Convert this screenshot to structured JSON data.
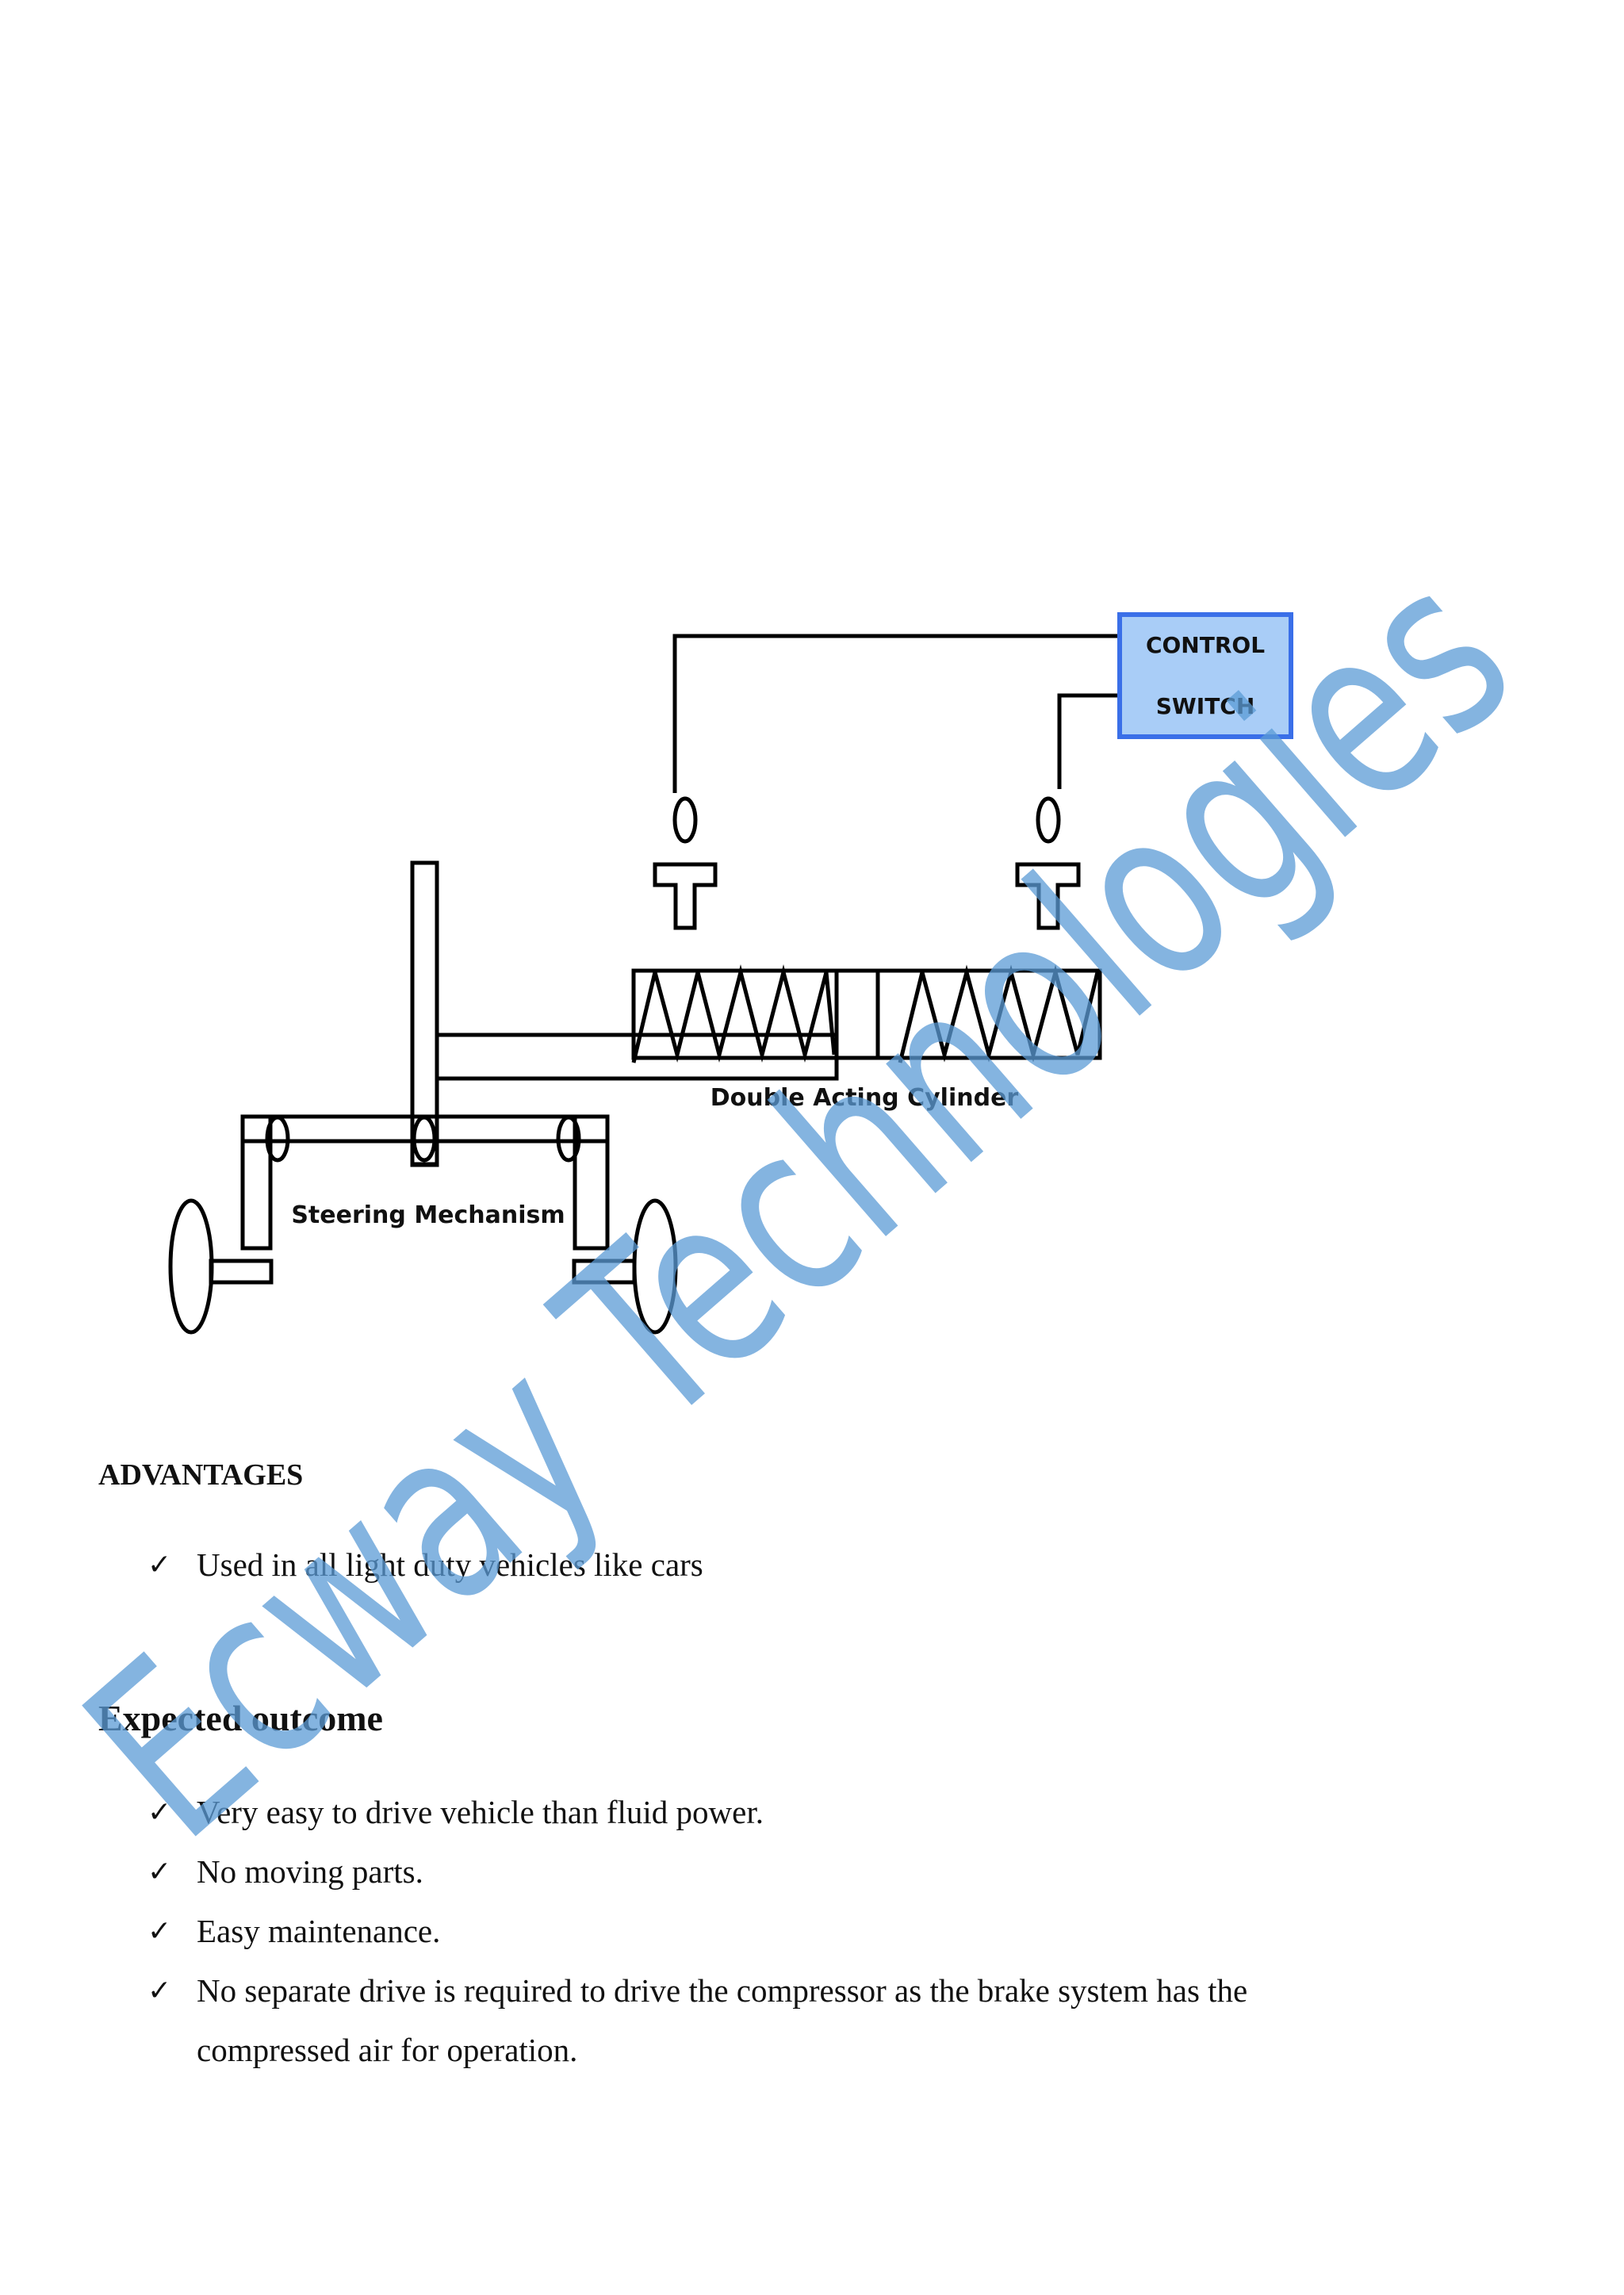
{
  "diagram": {
    "control_switch_line1": "CONTROL",
    "control_switch_line2": "SWITCH",
    "cylinder_label": "Double Acting Cylinder",
    "steering_label": "Steering Mechanism",
    "switch_fill": "#a9cdf7",
    "switch_border": "#3a6fe8"
  },
  "advantages": {
    "heading": "ADVANTAGES",
    "items": [
      "Used in all light duty vehicles like cars"
    ]
  },
  "outcome": {
    "heading": "Expected outcome",
    "items": [
      "Very easy to drive vehicle than fluid power.",
      "No moving parts.",
      "Easy maintenance.",
      "No separate drive is required to drive the compressor as the brake system has the compressed air for operation."
    ]
  },
  "bullet_symbol": "✓",
  "watermark": {
    "text": "Ecway Technologies",
    "color": "#5b9bd5"
  }
}
